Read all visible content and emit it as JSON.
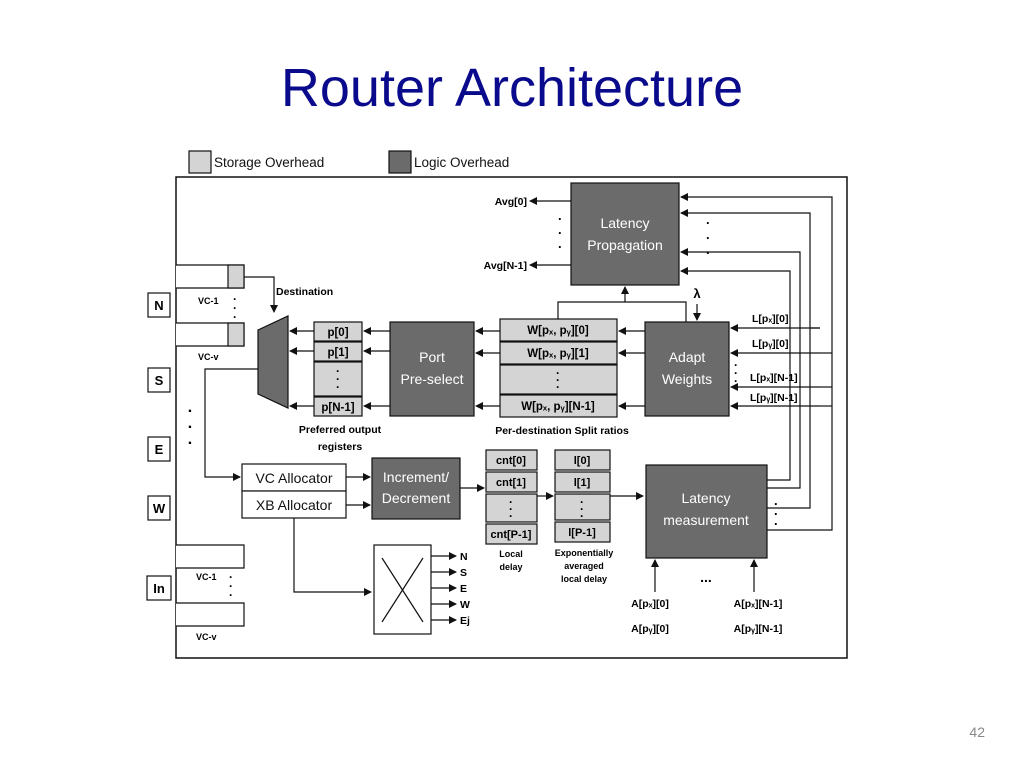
{
  "slide": {
    "title": "Router Architecture",
    "page_number": "42"
  },
  "legend": {
    "storage": "Storage Overhead",
    "logic": "Logic Overhead"
  },
  "colors": {
    "title": "#0a0a8c",
    "storage_fill": "#d4d4d4",
    "logic_fill": "#6b6b6b",
    "line": "#111111",
    "white_text": "#ffffff"
  },
  "ports": [
    "N",
    "S",
    "E",
    "W",
    "In"
  ],
  "buffer_labels": {
    "vc1": "VC-1",
    "vcv": "VC-v"
  },
  "labels": {
    "destination": "Destination",
    "lambda": "λ",
    "preferred_registers_line1": "Preferred output",
    "preferred_registers_line2": "registers",
    "split_ratios": "Per-destination Split ratios",
    "local_delay_line1": "Local",
    "local_delay_line2": "delay",
    "exp_avg_line1": "Exponentially",
    "exp_avg_line2": "averaged",
    "exp_avg_line3": "local delay",
    "ellipsis": "...",
    "vdots": "⋮"
  },
  "blocks": {
    "latency_propagation_line1": "Latency",
    "latency_propagation_line2": "Propagation",
    "port_preselect_line1": "Port",
    "port_preselect_line2": "Pre-select",
    "adapt_weights_line1": "Adapt",
    "adapt_weights_line2": "Weights",
    "increment_line1": "Increment/",
    "increment_line2": "Decrement",
    "latency_measurement_line1": "Latency",
    "latency_measurement_line2": "measurement",
    "vc_allocator": "VC Allocator",
    "xb_allocator": "XB Allocator"
  },
  "registers": {
    "p": [
      "p[0]",
      "p[1]",
      "p[N-1]"
    ],
    "w": [
      "W[pₓ, pᵧ][0]",
      "W[pₓ, pᵧ][1]",
      "W[pₓ, pᵧ][N-1]"
    ],
    "cnt": [
      "cnt[0]",
      "cnt[1]",
      "cnt[P-1]"
    ],
    "l": [
      "l[0]",
      "l[1]",
      "l[P-1]"
    ]
  },
  "signals": {
    "avg": [
      "Avg[0]",
      "Avg[N-1]"
    ],
    "l_in": [
      "L[pₓ][0]",
      "L[pᵧ][0]",
      "L[pₓ][N-1]",
      "L[pᵧ][N-1]"
    ],
    "a_in": [
      "A[pₓ][0]",
      "A[pᵧ][0]",
      "A[pₓ][N-1]",
      "A[pᵧ][N-1]"
    ],
    "crossbar_out": [
      "N",
      "S",
      "E",
      "W",
      "Ej"
    ]
  }
}
